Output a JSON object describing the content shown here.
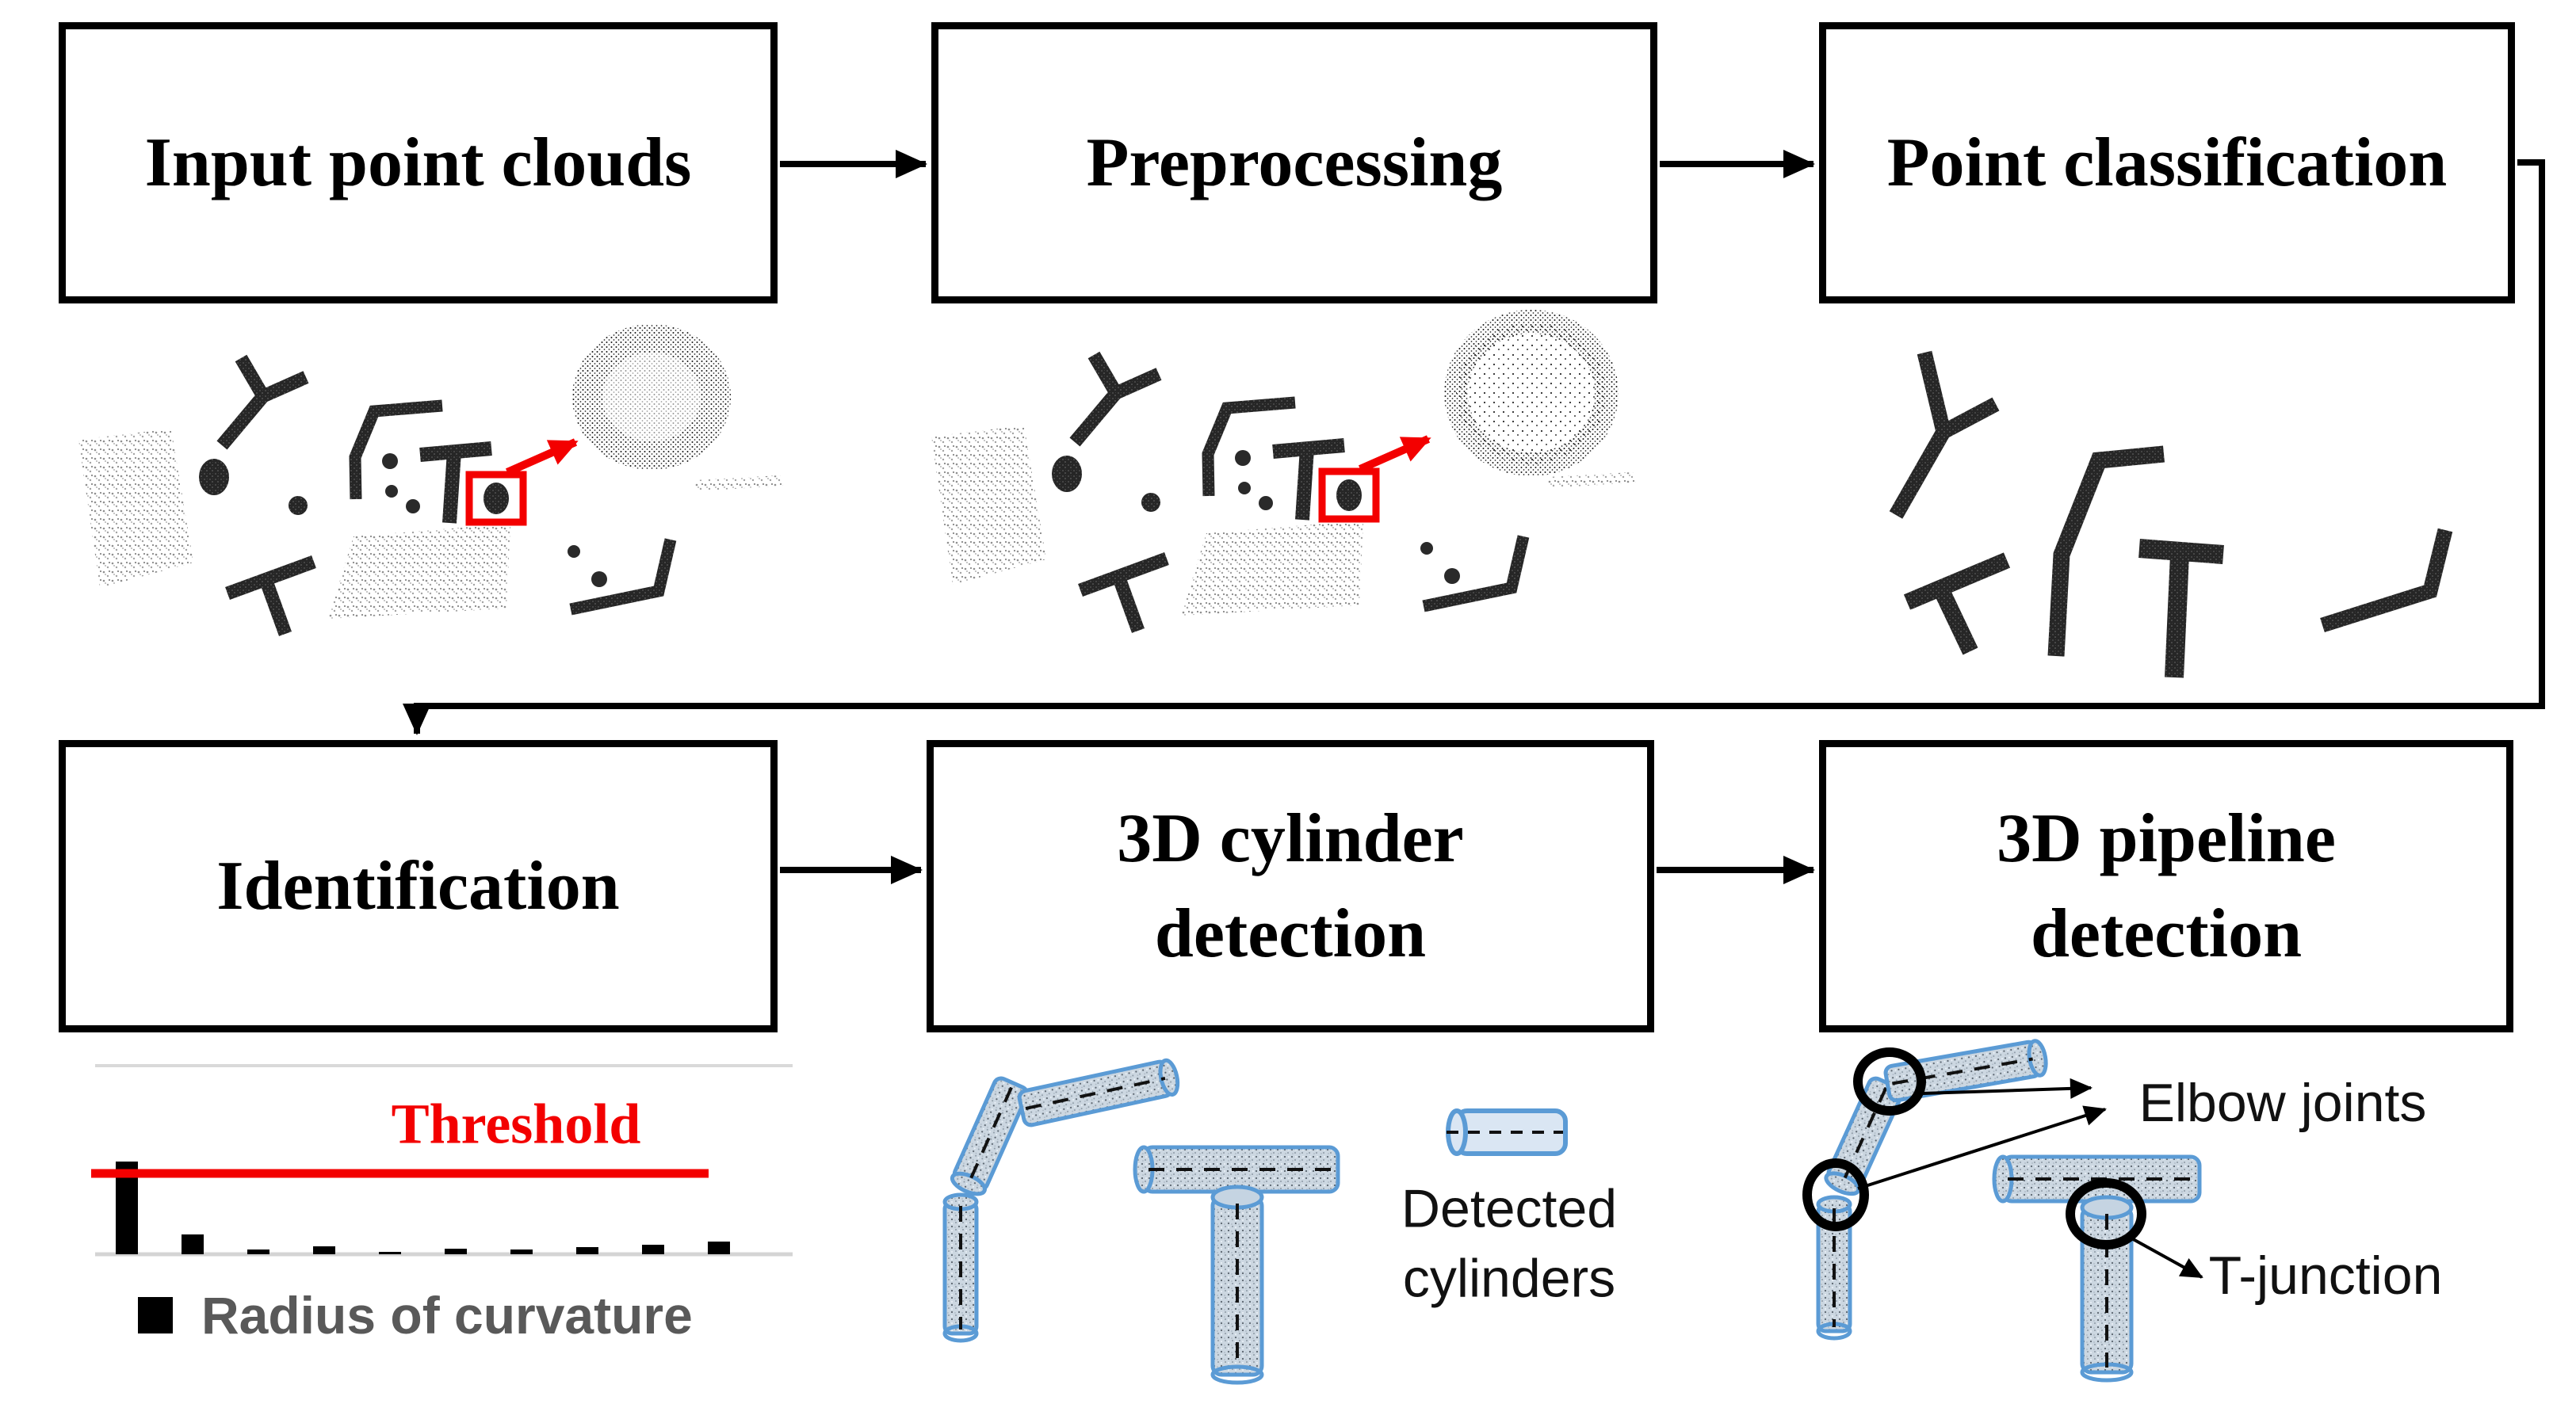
{
  "boxes": {
    "input": "Input point clouds",
    "preprocessing": "Preprocessing",
    "classification": "Point classification",
    "identification": "Identification",
    "cylinder": "3D cylinder\ndetection",
    "pipeline": "3D pipeline\ndetection"
  },
  "labels": {
    "detected": "Detected\ncylinders",
    "elbow": "Elbow joints",
    "tjunction": "T-junction"
  },
  "chart": {
    "threshold_label": "Threshold",
    "legend_label": "Radius of curvature",
    "bar_color": "#000000",
    "threshold_color": "#f30000",
    "gridline_color": "#d9d9d9",
    "legend_text_color": "#595959"
  },
  "chart_data": {
    "type": "bar",
    "title": "",
    "xlabel": "",
    "ylabel": "",
    "series_name": "Radius of curvature",
    "values": [
      117,
      25,
      6,
      10,
      3,
      7,
      6,
      9,
      12,
      16
    ],
    "threshold": 102,
    "ylim": [
      0,
      238
    ],
    "units": "px",
    "grid": "top-and-baseline",
    "legend_position": "bottom-left"
  },
  "colors": {
    "accent_red": "#f30000",
    "pipe_outline": "#5b9bd5",
    "pipe_icon_fill": "#dae6f3",
    "plane_gray": "#b9b9b9",
    "shape_dark": "#2a2a2a",
    "joint_circle": "#000000"
  }
}
